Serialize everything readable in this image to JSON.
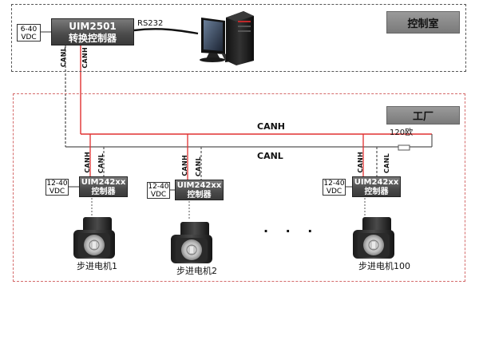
{
  "zones": {
    "control_room": "控制室",
    "factory": "工厂"
  },
  "converter": {
    "model": "UIM2501",
    "desc": "转换控制器",
    "power": [
      "6-40",
      "VDC"
    ],
    "port_canl": "CANL",
    "port_canh": "CANH"
  },
  "link_label": "RS232",
  "bus": {
    "canh": "CANH",
    "canl": "CANL",
    "terminator": "120欧"
  },
  "nodes": [
    {
      "model": "UIM242xx",
      "desc": "控制器",
      "power": [
        "12-40",
        "VDC"
      ],
      "canh": "CANH",
      "canl": "CANL",
      "motor": "步进电机1"
    },
    {
      "model": "UIM242xx",
      "desc": "控制器",
      "power": [
        "12-40",
        "VDC"
      ],
      "canh": "CANH",
      "canl": "CANL",
      "motor": "步进电机2"
    },
    {
      "model": "UIM242xx",
      "desc": "控制器",
      "power": [
        "12-40",
        "VDC"
      ],
      "canh": "CANH",
      "canl": "CANL",
      "motor": "步进电机100"
    }
  ],
  "ellipsis": "· · ·",
  "colors": {
    "canh_wire": "#e03030",
    "canl_wire": "#555555",
    "controller": "#4a4a4a",
    "factory_border": "#d46a6a"
  }
}
